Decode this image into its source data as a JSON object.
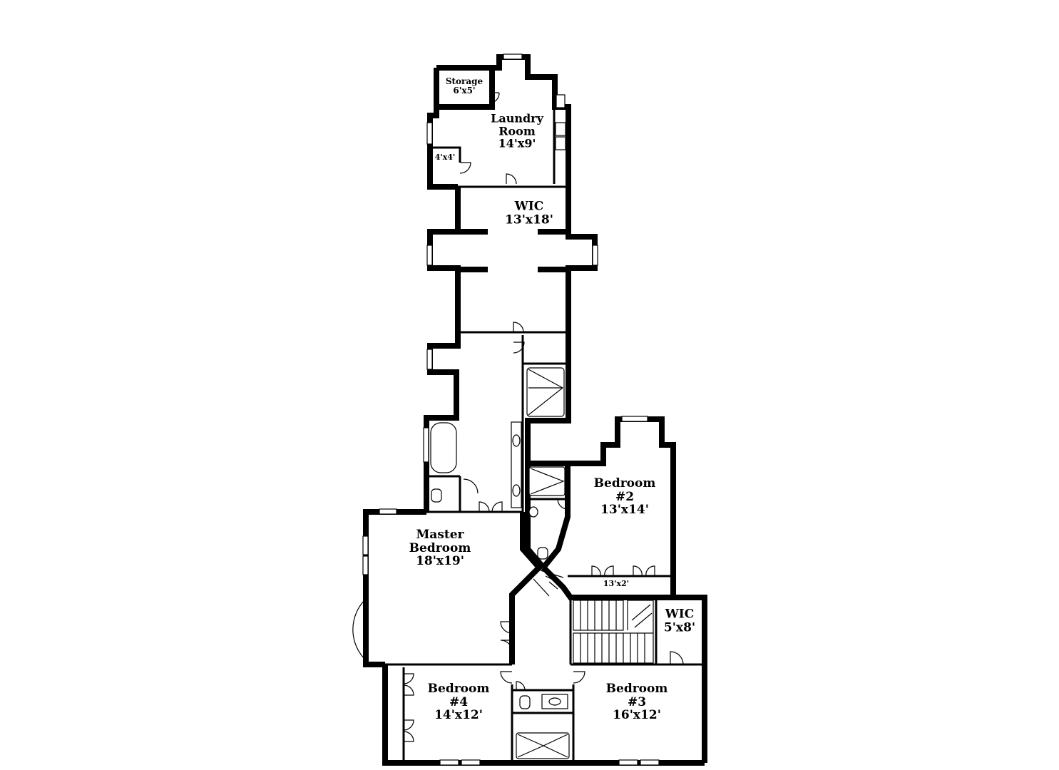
{
  "rooms": {
    "storage": {
      "name": "Storage",
      "size": "6'x5'"
    },
    "laundry": {
      "name_line1": "Laundry",
      "name_line2": "Room",
      "size": "14'x9'"
    },
    "closet_small": {
      "size": "4'x4'"
    },
    "wic_upper": {
      "name": "WIC",
      "size": "13'x18'"
    },
    "bedroom2": {
      "name": "Bedroom",
      "number": "#2",
      "size": "13'x14'"
    },
    "master": {
      "name_line1": "Master",
      "name_line2": "Bedroom",
      "size": "18'x19'"
    },
    "closet_13x2": {
      "size": "13'x2'"
    },
    "wic_lower": {
      "name": "WIC",
      "size": "5'x8'"
    },
    "bedroom4": {
      "name": "Bedroom",
      "number": "#4",
      "size": "14'x12'"
    },
    "bedroom3": {
      "name": "Bedroom",
      "number": "#3",
      "size": "16'x12'"
    }
  }
}
